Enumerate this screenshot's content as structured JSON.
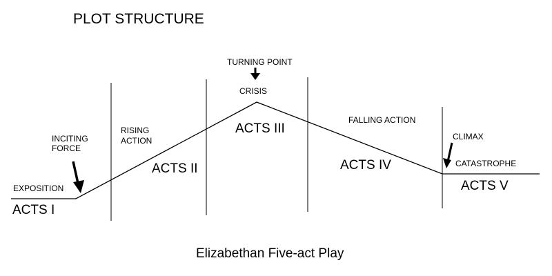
{
  "title": "PLOT STRUCTURE",
  "caption": "Elizabethan Five-act Play",
  "colors": {
    "ink": "#000000",
    "background": "#ffffff"
  },
  "stages": {
    "exposition": "EXPOSITION",
    "inciting_force": [
      "INCITING",
      "FORCE"
    ],
    "rising_action": [
      "RISING",
      "ACTION"
    ],
    "turning_point": "TURNING POINT",
    "crisis": "CRISIS",
    "falling_action": "FALLING ACTION",
    "climax": "CLIMAX",
    "catastrophe": "CATASTROPHE"
  },
  "acts": [
    "ACTS I",
    "ACTS II",
    "ACTS III",
    "ACTS IV",
    "ACTS V"
  ]
}
